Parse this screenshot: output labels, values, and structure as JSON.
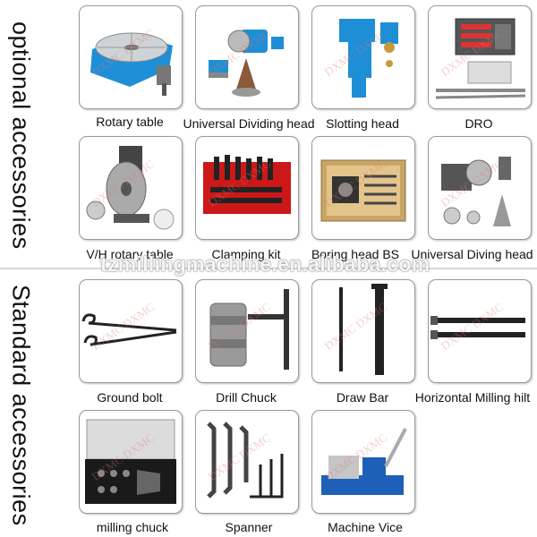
{
  "sections": {
    "optional": "optional accessories",
    "standard": "Standard accessories"
  },
  "watermark": "DXMC DXMC",
  "site_watermark": "tzmillingmachine.en.alibaba.com",
  "items": {
    "rotary_table": "Rotary table",
    "dividing_head": "Universal Dividing head",
    "slotting_head": "Slotting head",
    "dro": "DRO",
    "vh_rotary_table": "V/H rotary table",
    "clamping_kit": "Clamping kit",
    "boring_head": "Boring head  BS",
    "diving_head": "Universal Diving head",
    "ground_bolt": "Ground bolt",
    "drill_chuck": "Drill Chuck",
    "draw_bar": "Draw Bar",
    "horizontal_milling": "Horizontal Milling hilt",
    "milling_chuck": "milling chuck",
    "spanner": "Spanner",
    "machine_vice": "Machine Vice"
  }
}
